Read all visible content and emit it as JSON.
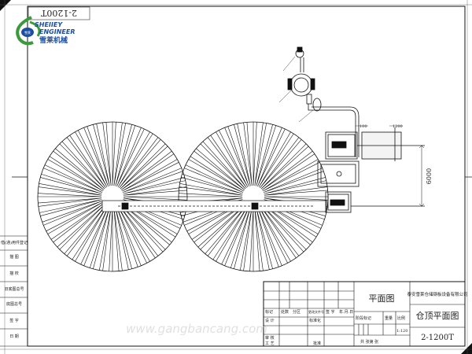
{
  "drawing_number_stamp": "2-1200T",
  "logo": {
    "line1": "SHEIIEY",
    "line2": "ENGINEER",
    "cn": "雪莱机械",
    "badge": "雪莱"
  },
  "side_block": [
    "借(通)用件登记",
    "描 图",
    "描 校",
    "旧底图总号",
    "底图总号",
    "签 字",
    "日 期"
  ],
  "dimensions": {
    "d1": "100",
    "d2": "1200",
    "d3": "6000"
  },
  "title_block": {
    "row_headers": [
      "标记",
      "处数",
      "分区",
      "更改文件号",
      "签 字",
      "年.月.日"
    ],
    "design": "设 计",
    "standardize": "标准化",
    "review": "审 核",
    "process": "工 艺",
    "approve": "批准",
    "view_title": "平面图",
    "stage_mark": "阶段标记",
    "weight": "重量",
    "scale_label": "比例",
    "scale": "1:120",
    "sheets": "共  张第  张",
    "company": "泰安雪莱仓储钢板设备有限公司",
    "drawing_title": "仓顶平面图",
    "drawing_number": "2-1200T"
  },
  "watermark": "www.gangbancang.com"
}
